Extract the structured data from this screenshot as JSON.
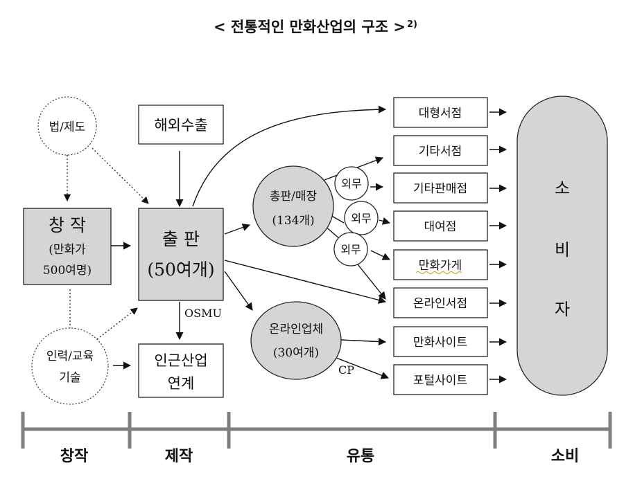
{
  "title": "< 전통적인 만화산업의 구조 >",
  "title_sup": "2)",
  "nodes": {
    "law": "법/제도",
    "export": "해외수출",
    "creation_title": "창 작",
    "creation_sub1": "(만화가",
    "creation_sub2": "500여명)",
    "publishing_title": "출 판",
    "publishing_sub": "(50여개)",
    "hr_line1": "인력/교육",
    "hr_line2": "기술",
    "related_line1": "인근산업",
    "related_line2": "연계",
    "osmu": "OSMU",
    "dist_line1": "총판/매장",
    "dist_line2": "(134개)",
    "online_line1": "온라인업체",
    "online_line2": "(30여개)",
    "cp": "CP",
    "outsource": [
      "외무",
      "외무",
      "외무"
    ],
    "consumer": [
      "소",
      "비",
      "자"
    ]
  },
  "outlets": [
    "대형서점",
    "기타서점",
    "기타판매점",
    "대여점",
    "만화가게",
    "온라인서점",
    "만화사이트",
    "포털사이트"
  ],
  "stages": [
    "창작",
    "제작",
    "유통",
    "소비"
  ],
  "colors": {
    "gray_fill": "#d4d6d4",
    "timeline": "#808080",
    "underline": "#c9a400"
  }
}
